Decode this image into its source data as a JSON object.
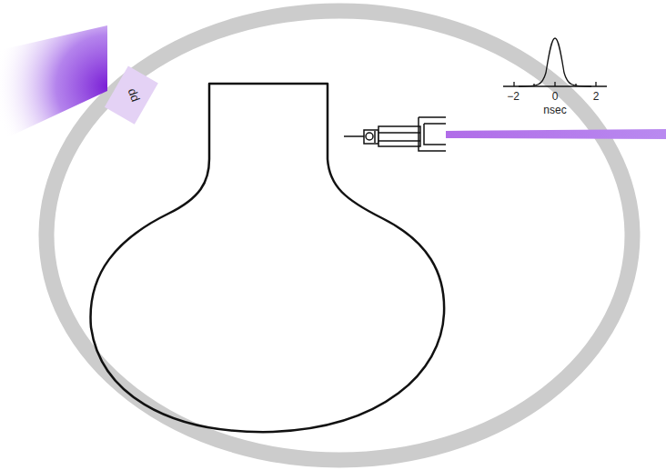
{
  "diagram": {
    "labels": [
      "dd",
      "−2",
      "0",
      "2",
      "nsec"
    ]
  }
}
